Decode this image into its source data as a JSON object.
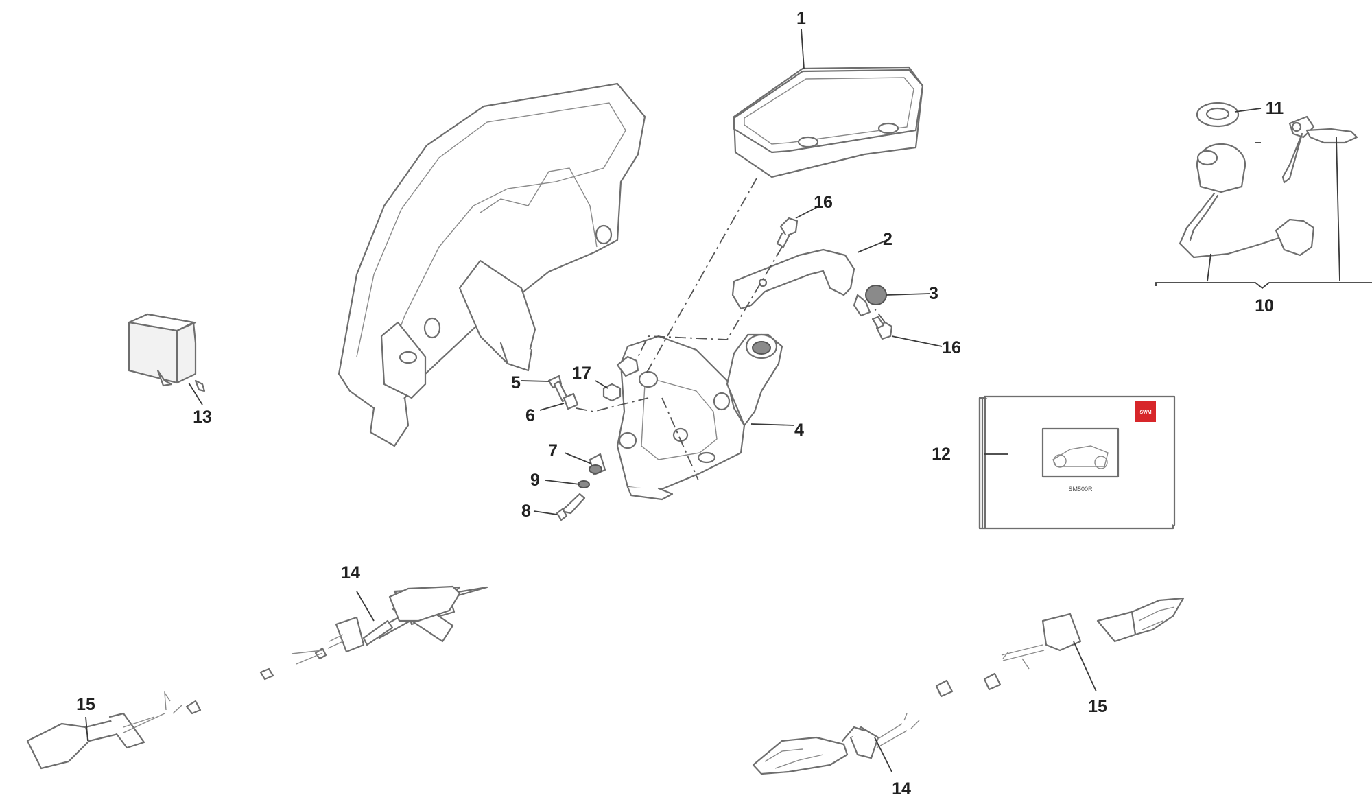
{
  "diagram": {
    "callouts": [
      "1",
      "2",
      "3",
      "4",
      "5",
      "6",
      "7",
      "8",
      "9",
      "10",
      "11",
      "12",
      "13",
      "14",
      "14",
      "15",
      "15",
      "16",
      "16",
      "17"
    ],
    "manual_label": "SM500R",
    "brand_logo_text": "SWM",
    "accent_color": "#d7262a",
    "line_color": "#6e6e6e"
  }
}
